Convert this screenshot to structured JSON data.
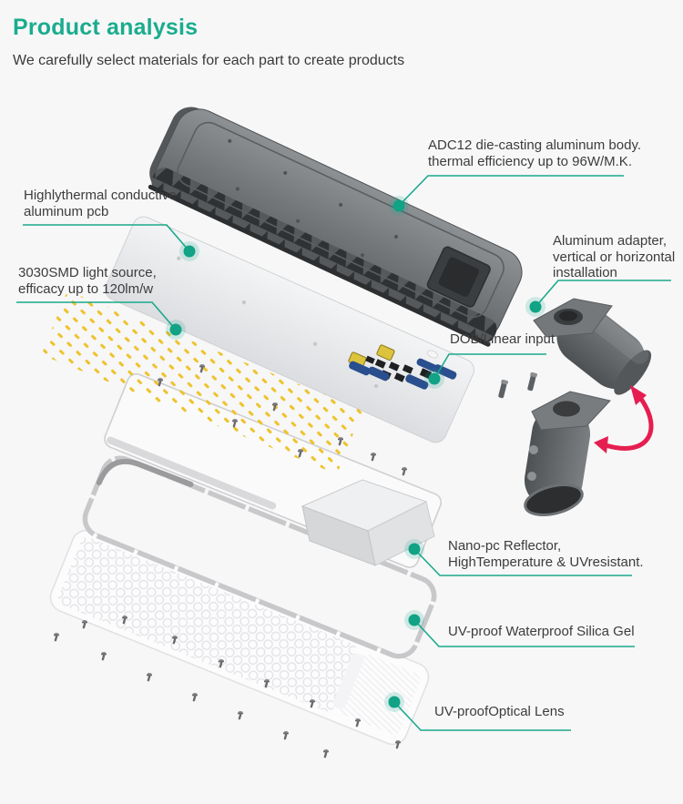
{
  "header": {
    "title": "Product analysis",
    "subtitle": "We carefully select materials for each part to create products"
  },
  "callouts": {
    "body": {
      "line1": "ADC12 die-casting aluminum body.",
      "line2": "thermal efficiency up to 96W/M.K."
    },
    "pcb": {
      "line1": "Highlythermal conductive",
      "line2": "aluminum pcb"
    },
    "light_source": {
      "line1": "3030SMD light source,",
      "line2": "efficacy up to 120lm/w"
    },
    "adapter": {
      "line1": "Aluminum adapter,",
      "line2": "vertical or horizontal",
      "line3": "installation"
    },
    "driver": {
      "line1": "DOB/Linear input"
    },
    "reflector": {
      "line1": "Nano-pc Reflector,",
      "line2": "HighTemperature & UVresistant."
    },
    "silica_gel": {
      "line1": "UV-proof Waterproof Silica Gel"
    },
    "lens": {
      "line1": "UV-proofOptical Lens"
    }
  },
  "colors": {
    "accent_teal": "#1aa98c",
    "title_teal": "#1aac8e",
    "text": "#3c3c3c",
    "background": "#f7f7f7",
    "led_yellow": "#eec32b",
    "arrow_red": "#e61e50"
  }
}
